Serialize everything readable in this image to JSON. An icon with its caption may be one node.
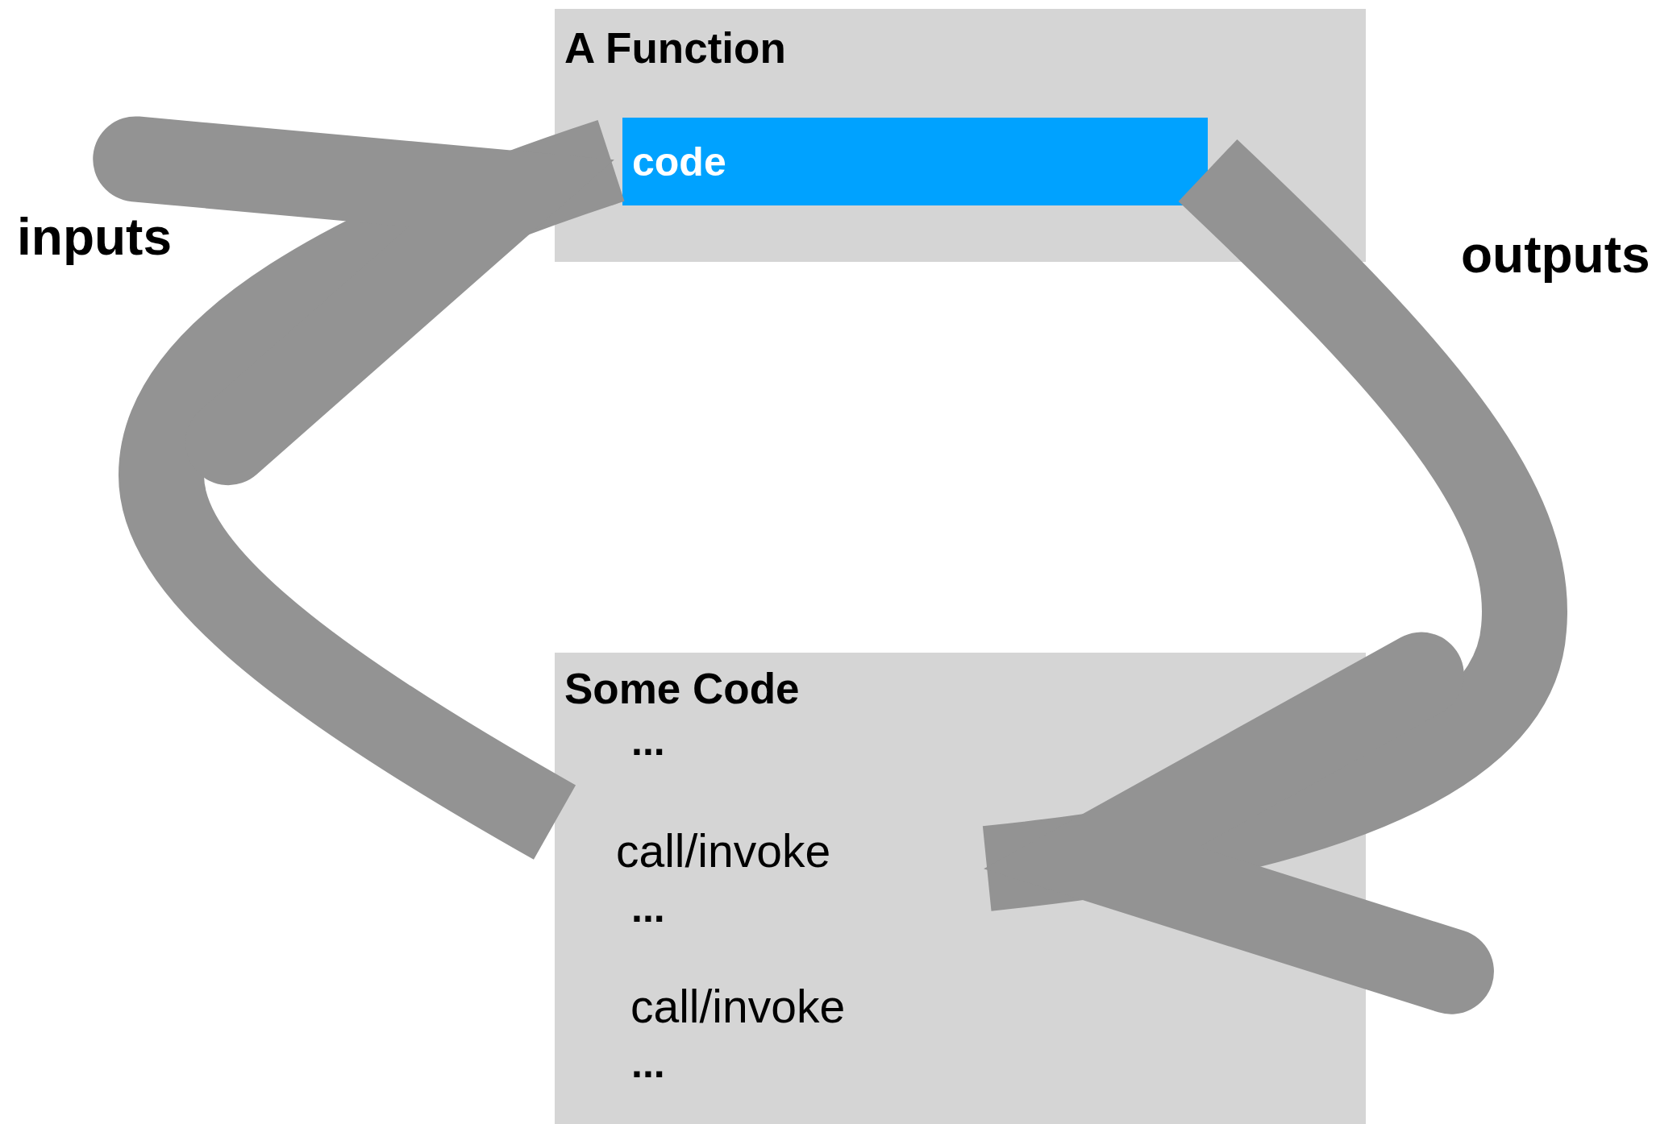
{
  "diagram": {
    "nodes": [
      {
        "text": [
          "A Function"
        ]
      },
      {
        "text": [
          "code"
        ],
        "in": 0
      },
      {
        "text": [
          "Some Code",
          "...",
          "call/invoke",
          "...",
          "call/invoke",
          "..."
        ]
      }
    ],
    "edges": [
      {
        "from": 2,
        "to": 1,
        "arrow": "to",
        "label": "inputs"
      },
      {
        "from": 1,
        "to": 2,
        "arrow": "to",
        "label": "outputs"
      }
    ]
  }
}
